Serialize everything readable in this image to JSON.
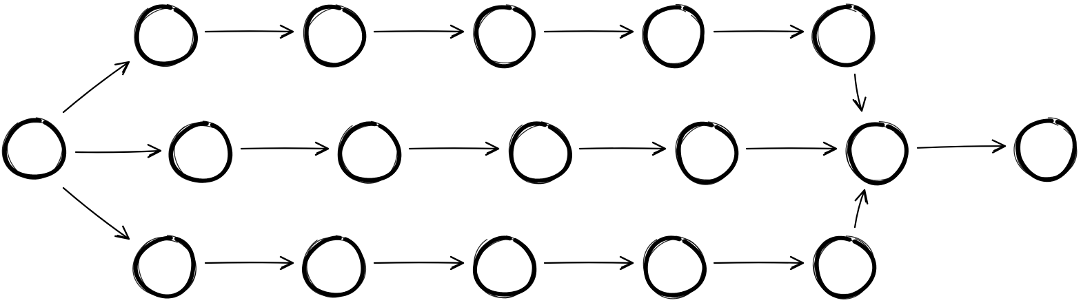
{
  "diagram": {
    "type": "directed-graph",
    "style": "hand-drawn",
    "node_labels": "none",
    "edge_labels": "none",
    "colors": {
      "stroke": "#000000",
      "background": "#ffffff"
    },
    "nodes": [
      {
        "id": "start"
      },
      {
        "id": "top-1"
      },
      {
        "id": "top-2"
      },
      {
        "id": "top-3"
      },
      {
        "id": "top-4"
      },
      {
        "id": "top-5"
      },
      {
        "id": "mid-1"
      },
      {
        "id": "mid-2"
      },
      {
        "id": "mid-3"
      },
      {
        "id": "mid-4"
      },
      {
        "id": "merge"
      },
      {
        "id": "end"
      },
      {
        "id": "bot-1"
      },
      {
        "id": "bot-2"
      },
      {
        "id": "bot-3"
      },
      {
        "id": "bot-4"
      },
      {
        "id": "bot-5"
      }
    ],
    "edges": [
      {
        "from": "start",
        "to": "top-1"
      },
      {
        "from": "start",
        "to": "mid-1"
      },
      {
        "from": "start",
        "to": "bot-1"
      },
      {
        "from": "top-1",
        "to": "top-2"
      },
      {
        "from": "top-2",
        "to": "top-3"
      },
      {
        "from": "top-3",
        "to": "top-4"
      },
      {
        "from": "top-4",
        "to": "top-5"
      },
      {
        "from": "top-5",
        "to": "merge"
      },
      {
        "from": "mid-1",
        "to": "mid-2"
      },
      {
        "from": "mid-2",
        "to": "mid-3"
      },
      {
        "from": "mid-3",
        "to": "mid-4"
      },
      {
        "from": "mid-4",
        "to": "merge"
      },
      {
        "from": "bot-1",
        "to": "bot-2"
      },
      {
        "from": "bot-2",
        "to": "bot-3"
      },
      {
        "from": "bot-3",
        "to": "bot-4"
      },
      {
        "from": "bot-4",
        "to": "bot-5"
      },
      {
        "from": "bot-5",
        "to": "merge"
      },
      {
        "from": "merge",
        "to": "end"
      }
    ]
  }
}
